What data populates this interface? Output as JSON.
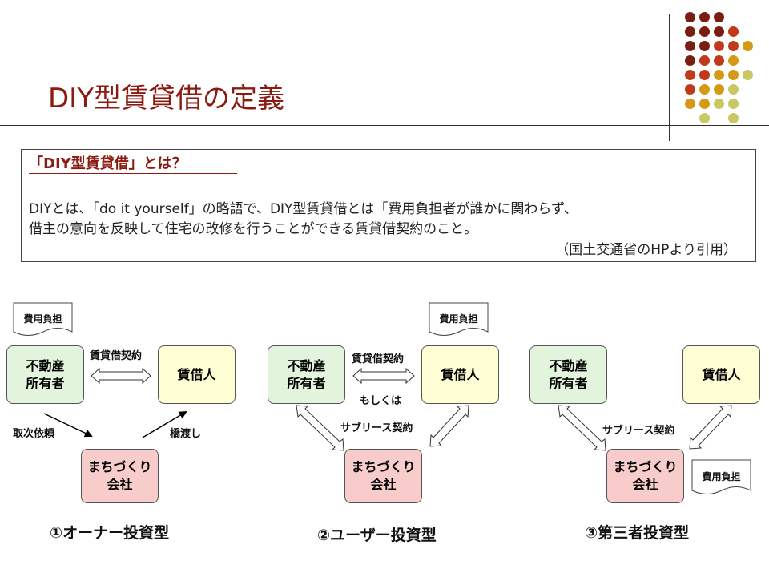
{
  "header": {
    "title": "DIY型賃貸借の定義"
  },
  "colors": {
    "title": "#8B1A10",
    "dot_palette": [
      "#7B1E12",
      "#C0391B",
      "#D49A16",
      "#C9C766"
    ]
  },
  "definition": {
    "heading": "「DIY型賃貸借」とは？",
    "line1": "DIYとは、「do it yourself」の略語で、DIY型賃貸借とは「費用負担者が誰かに関わらず、",
    "line2": "借主の意向を反映して住宅の改修を行うことができる賃貸借契約のこと。",
    "source": "（国土交通省のHPより引用）"
  },
  "diagrams": [
    {
      "caption": "①オーナー投資型",
      "owner": "不動産\n所有者",
      "tenant": "賃借人",
      "company": "まちづくり\n会社",
      "cost_tag": "費用負担",
      "label_lease": "賃貸借契約",
      "label_left": "取次依頼",
      "label_right": "橋渡し"
    },
    {
      "caption": "②ユーザー投資型",
      "owner": "不動産\n所有者",
      "tenant": "賃借人",
      "company": "まちづくり\n会社",
      "cost_tag": "費用負担",
      "label_lease": "賃貸借契約",
      "label_or": "もしくは",
      "label_sublease": "サブリース契約"
    },
    {
      "caption": "③第三者投資型",
      "owner": "不動産\n所有者",
      "tenant": "賃借人",
      "company": "まちづくり\n会社",
      "cost_tag": "費用負担",
      "label_sublease": "サブリース契約"
    }
  ]
}
